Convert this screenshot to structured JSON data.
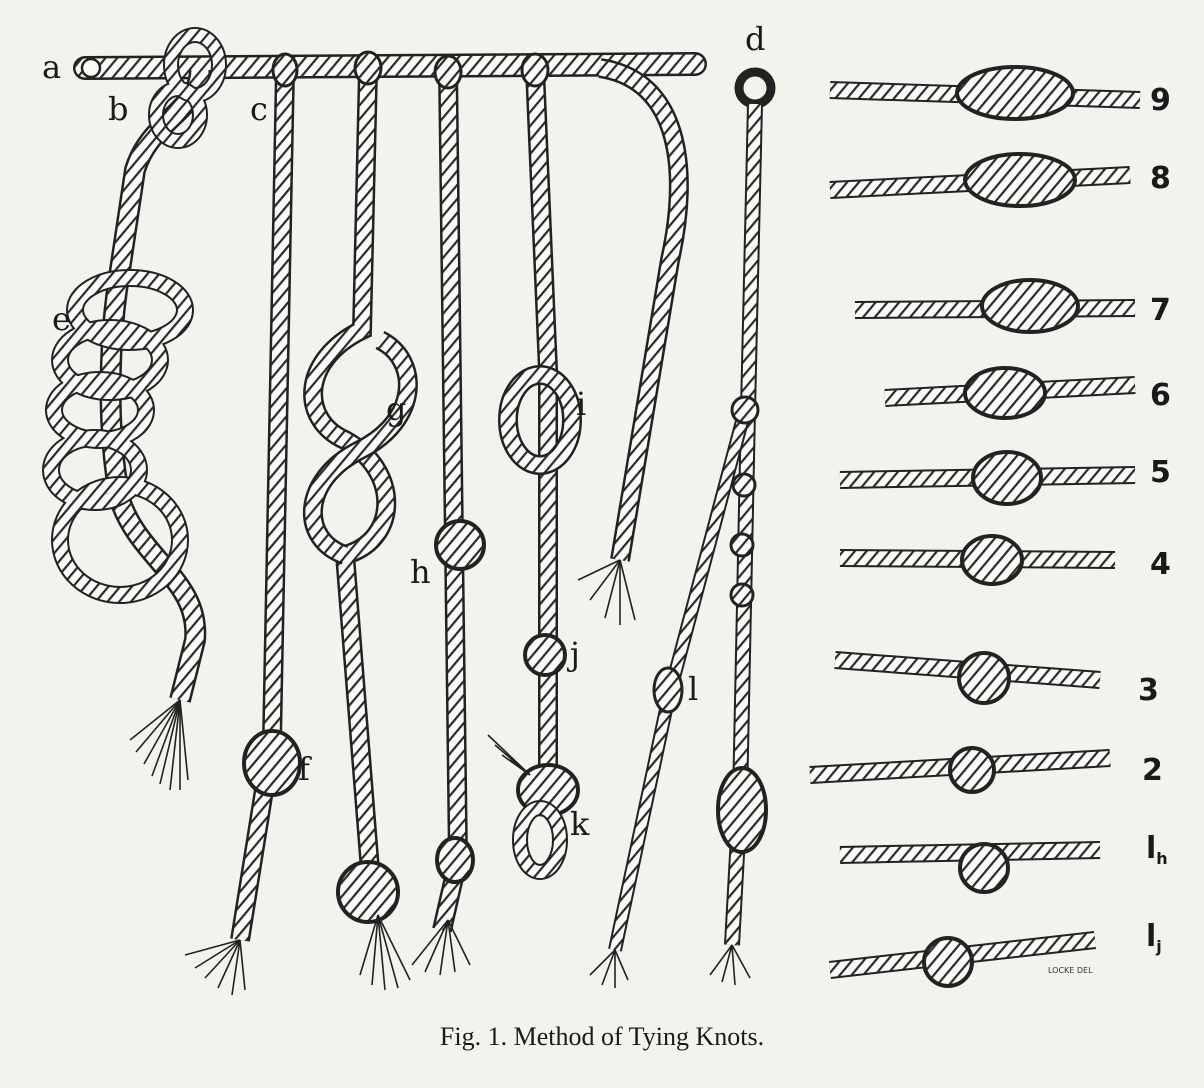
{
  "figure": {
    "caption": "Fig. 1.   Method of Tying Knots.",
    "signature": "LOCKE DEL",
    "left_labels": {
      "a": "a",
      "b": "b",
      "c": "c",
      "d": "d",
      "e": "e",
      "f": "f",
      "g": "g",
      "h": "h",
      "i": "i",
      "j": "j",
      "k": "k",
      "l": "l"
    },
    "right_labels": {
      "n9": "9",
      "n8": "8",
      "n7": "7",
      "n6": "6",
      "n5": "5",
      "n4": "4",
      "n3": "3",
      "n2": "2",
      "lh_main": "l",
      "lh_sub": "h",
      "lj_main": "l",
      "lj_sub": "j"
    }
  }
}
